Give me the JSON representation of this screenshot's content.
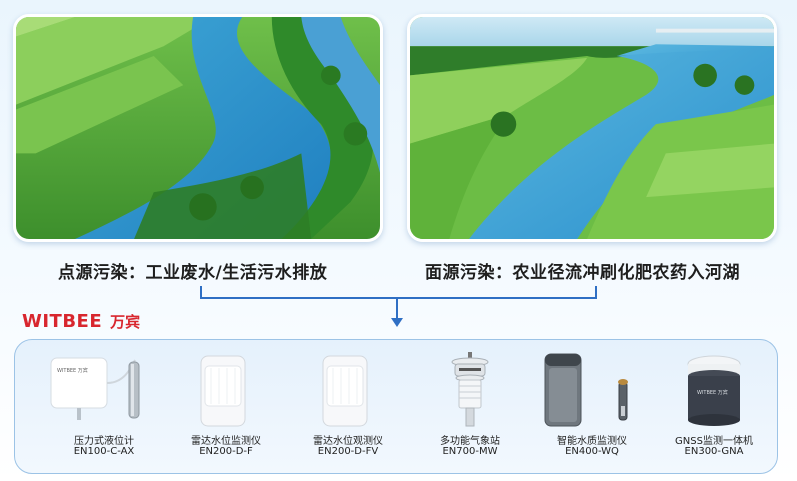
{
  "captions": {
    "point_source": "点源污染：工业废水/生活污水排放",
    "nonpoint_source": "面源污染：农业径流冲刷化肥农药入河湖"
  },
  "brand": {
    "name_en": "WITBEE",
    "name_cn": "万宾"
  },
  "products": [
    {
      "name": "压力式液位计",
      "model": "EN100-C-AX",
      "device_label": "WITBEE 万宾"
    },
    {
      "name": "雷达水位监测仪",
      "model": "EN200-D-F"
    },
    {
      "name": "雷达水位观测仪",
      "model": "EN200-D-FV"
    },
    {
      "name": "多功能气象站",
      "model": "EN700-MW"
    },
    {
      "name": "智能水质监测仪",
      "model": "EN400-WQ"
    },
    {
      "name": "GNSS监测一体机",
      "model": "EN300-GNA",
      "device_label": "WITBEE 万宾"
    }
  ],
  "colors": {
    "brand_red": "#d8262e",
    "arrow_blue": "#2f6fc4",
    "panel_border": "#9cc3e6"
  }
}
